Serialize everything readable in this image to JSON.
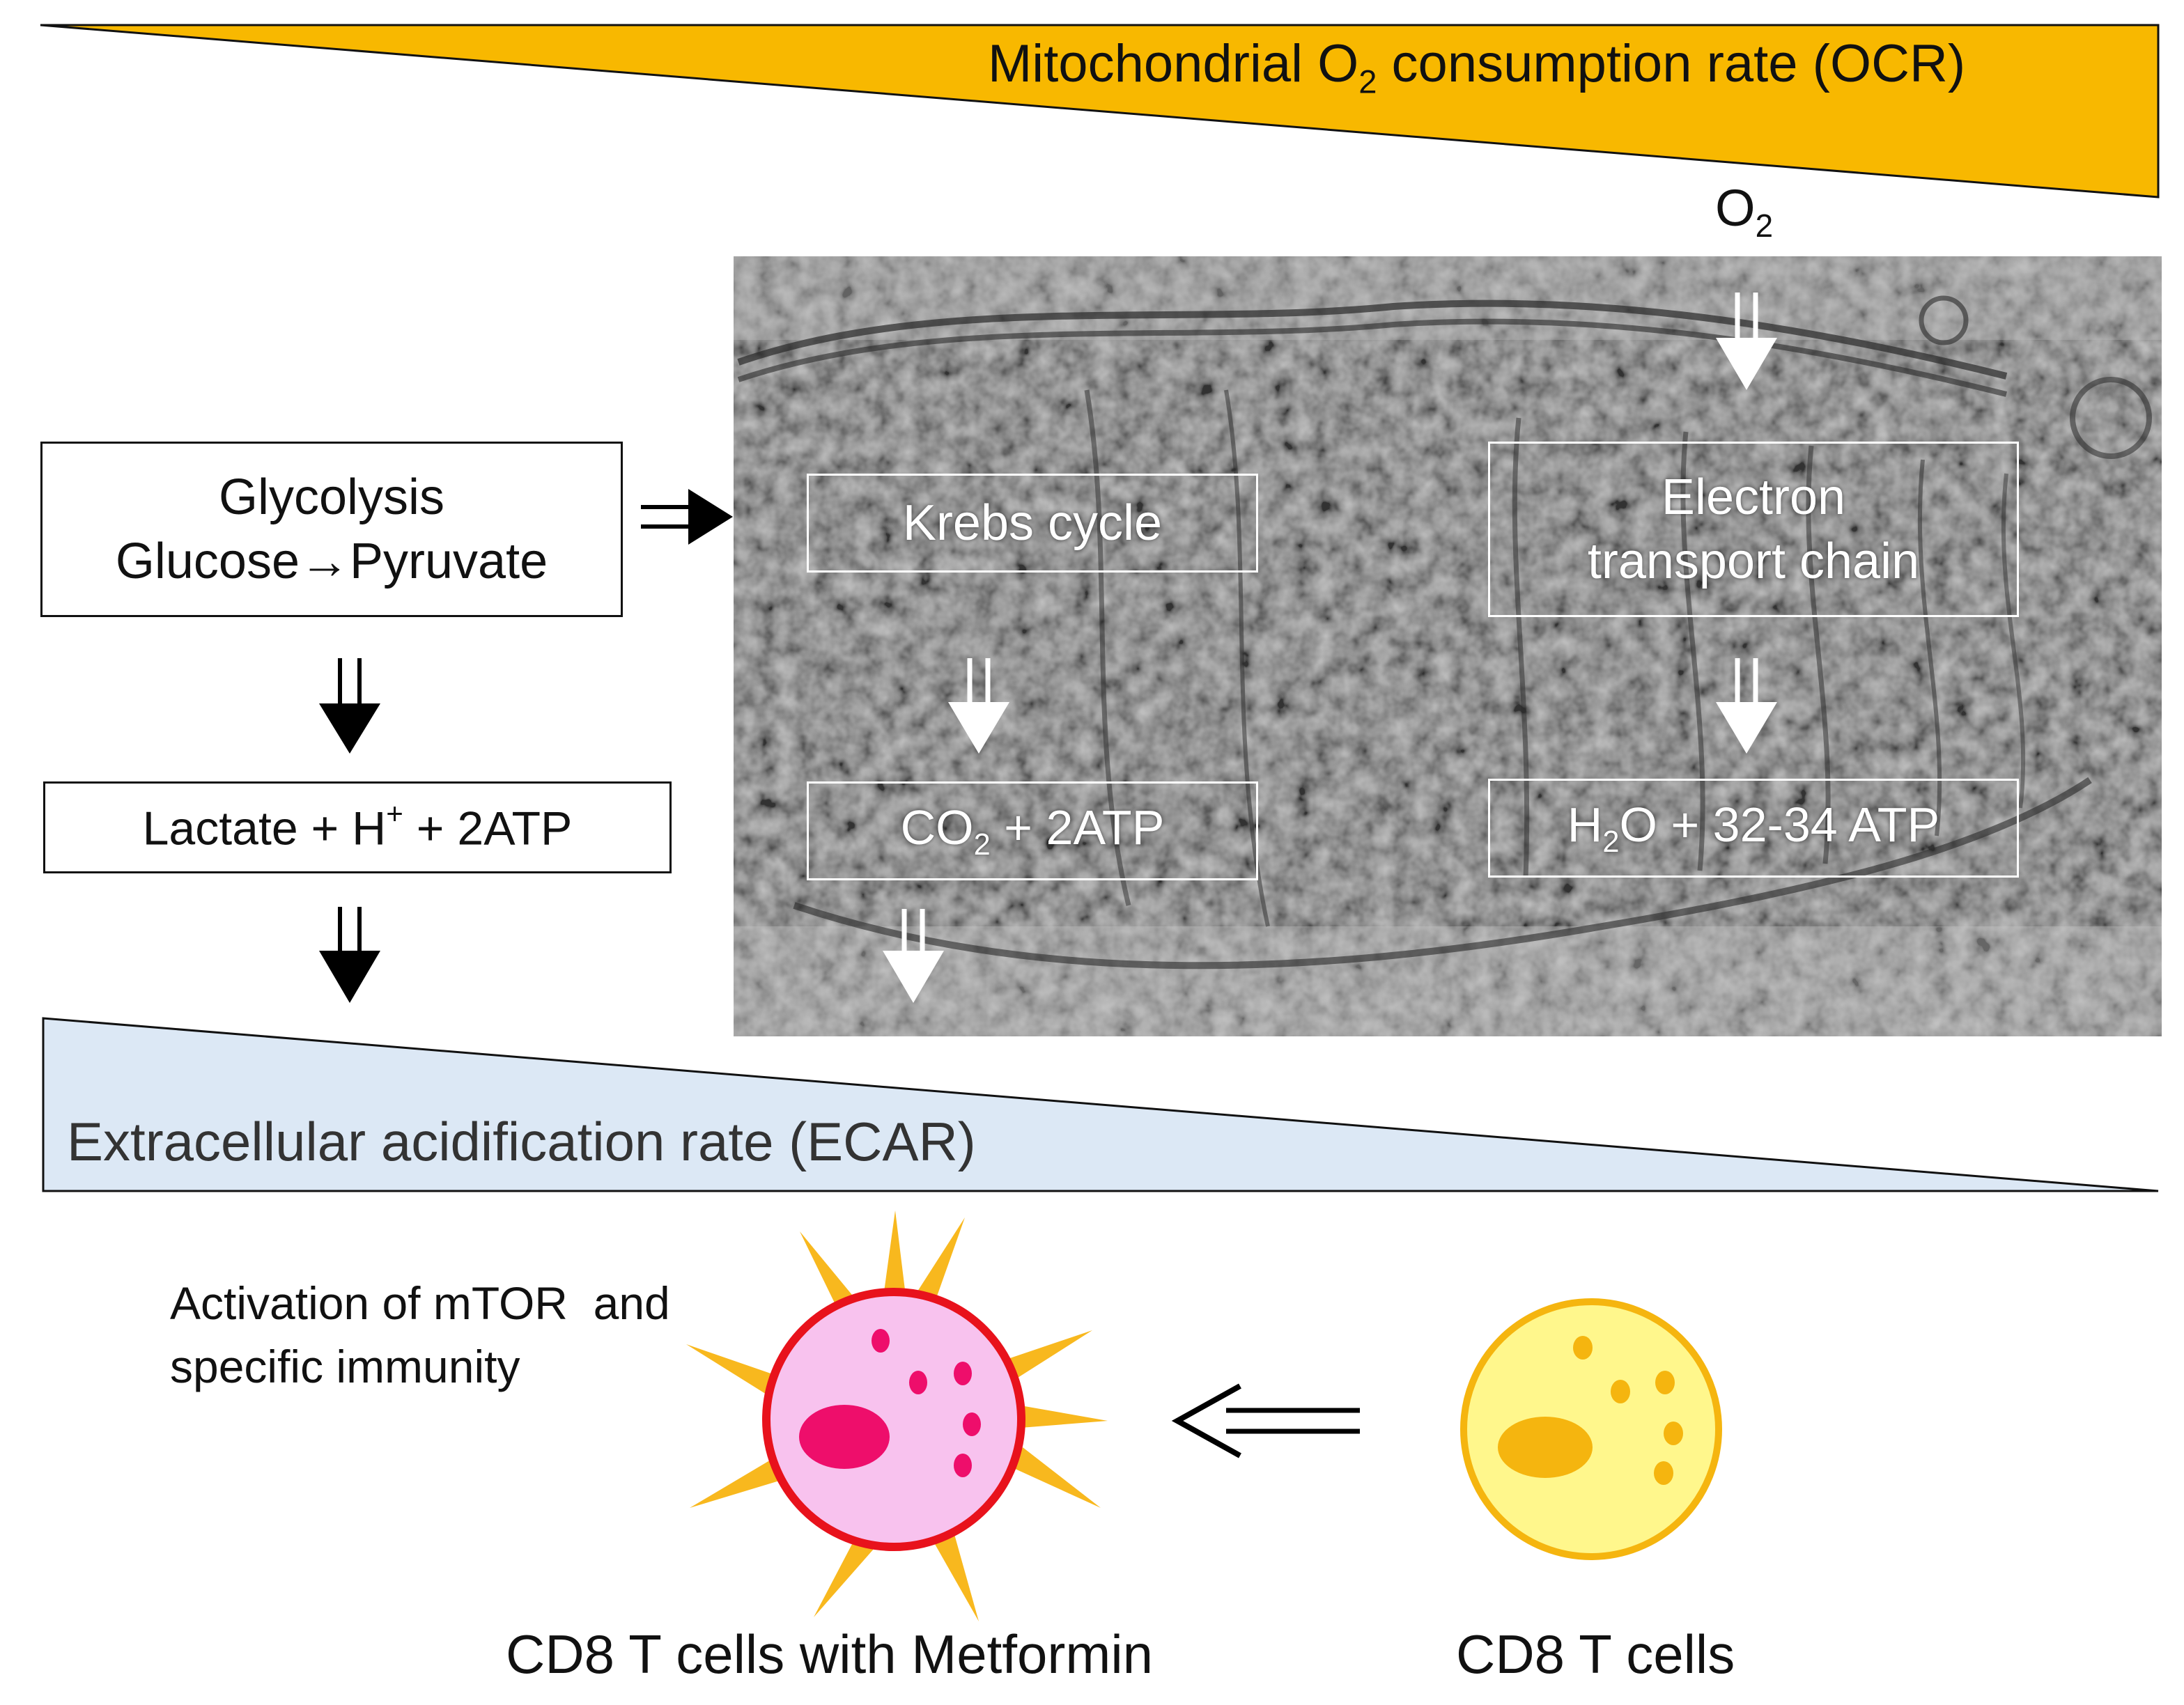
{
  "ocr": {
    "label": "Mitochondrial O",
    "sub": "2",
    "label_rest": " consumption rate (OCR)",
    "color": "#F8B800"
  },
  "o2": {
    "label": "O",
    "sub": "2"
  },
  "glycolysis": {
    "line1": "Glycolysis",
    "line2": "Glucose→Pyruvate"
  },
  "lactate": {
    "pre": "Lactate + H",
    "sup": "+",
    "post": " + 2ATP"
  },
  "krebs": {
    "label": "Krebs cycle"
  },
  "etc": {
    "line1": "Electron",
    "line2": "transport chain"
  },
  "co2": {
    "pre": "CO",
    "sub": "2",
    "post": " + 2ATP"
  },
  "h2o": {
    "pre": "H",
    "sub": "2",
    "post": "O + 32-34 ATP"
  },
  "ecar": {
    "label": "Extracellular acidification rate (ECAR)",
    "color": "#DCE8F5"
  },
  "annotation": {
    "line1": "Activation of mTOR  and",
    "line2": "specific immunity"
  },
  "cells": {
    "metformin_label": "CD8 T cells with Metformin",
    "plain_label": "CD8 T cells",
    "metformin_fill": "#F8C2EE",
    "metformin_ring": "#E8121C",
    "ray_color": "#F8B81E",
    "plain_fill": "#FFF78C",
    "plain_ring": "#F5B50F"
  },
  "micrograph": {
    "tone": "#6E6E6E"
  }
}
